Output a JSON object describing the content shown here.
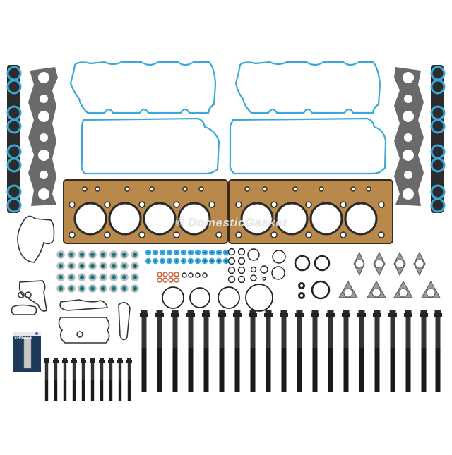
{
  "image": {
    "subject": "Engine head gasket set with head bolts",
    "background_color": "#ffffff",
    "watermark": "© DomesticGasket",
    "sealant_tube_label": "VIRNELLA",
    "colors": {
      "blue_silicone": "#3aa8d8",
      "head_gasket_bronze": "#b8894a",
      "graphite_gasket": "#4a4a4a",
      "bolt_black": "#1f1f1f",
      "copper_washer": "#c9643a",
      "valve_seal_teal": "#1d8a8a",
      "valve_seal_grey": "#b8b4b8",
      "exhaust_flange_grey": "#8a8a8a"
    },
    "components": {
      "intake_manifold_gaskets": 2,
      "exhaust_manifold_gaskets": 2,
      "valve_cover_gaskets": 4,
      "head_gaskets": 2,
      "head_gasket_bores_each": 4,
      "valve_stem_seals": 32,
      "blue_injector_seals": 24,
      "copper_washers": 8,
      "small_o_rings": 4,
      "large_o_rings": 4,
      "egr_2bolt_gaskets": 4,
      "egr_3bolt_gaskets": 4,
      "long_head_bolts": 20,
      "short_bolts": 10,
      "sealant_tube": 1
    }
  }
}
